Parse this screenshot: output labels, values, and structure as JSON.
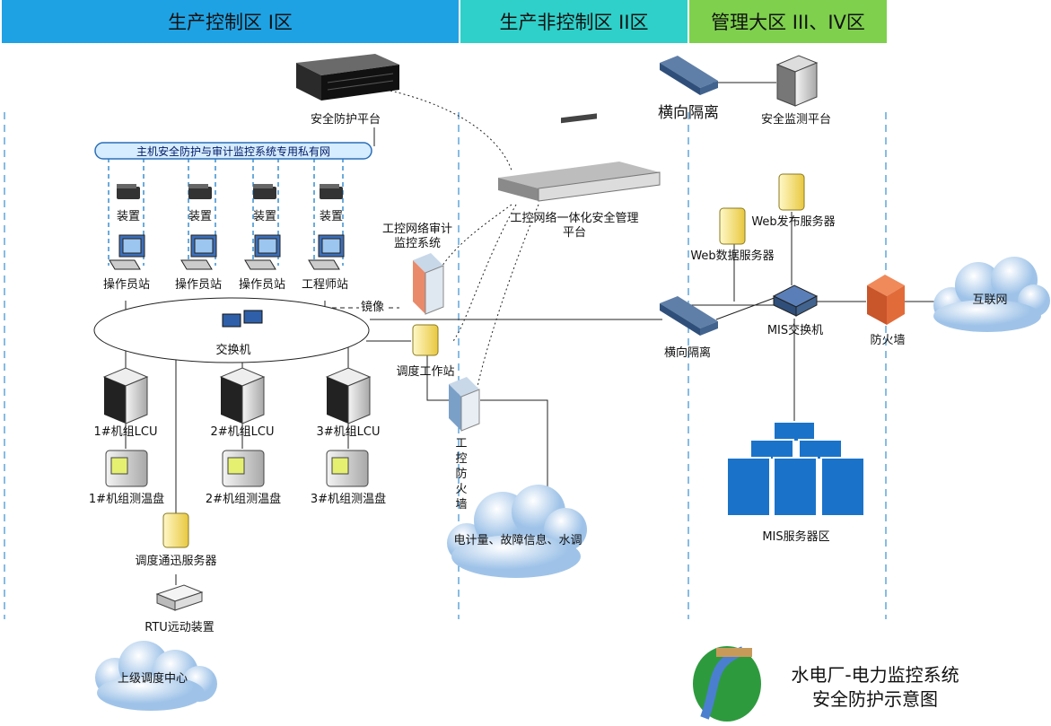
{
  "zones": {
    "zone1": "生产控制区  I区",
    "zone2": "生产非控制区 II区",
    "zone3": "管理大区 III、IV区"
  },
  "nodes": {
    "security_platform": "安全防护平台",
    "private_net": "主机安全防护与审计监控系统专用私有网",
    "device": "装置",
    "operator_station": "操作员站",
    "engineer_station": "工程师站",
    "audit_system": "工控网络审计\n监控系统",
    "mgmt_platform": "工控网络一体化安全管理\n平台",
    "mirror": "镜像",
    "switch": "交换机",
    "dispatch_ws": "调度工作站",
    "lcu1": "1#机组LCU",
    "lcu2": "2#机组LCU",
    "lcu3": "3#机组LCU",
    "temp1": "1#机组测温盘",
    "temp2": "2#机组测温盘",
    "temp3": "3#机组测温盘",
    "dispatch_server": "调度通迅服务器",
    "rtu": "RTU远动装置",
    "upper_center": "上级调度中心",
    "ics_firewall": "工控防火墙",
    "energy": "电计量、故障信息、水调",
    "iso_top": "横向隔离",
    "iso_mid": "横向隔离",
    "monitor_platform": "安全监测平台",
    "web_pub": "Web发布服务器",
    "web_data": "Web数据服务器",
    "mis_switch": "MIS交换机",
    "firewall": "防火墙",
    "internet": "互联网",
    "mis_zone": "MIS服务器区"
  },
  "caption": {
    "line1": "水电厂-电力监控系统",
    "line2": "安全防护示意图"
  },
  "colors": {
    "zone1": "#1fa2e3",
    "zone2": "#2fd0c9",
    "zone3": "#7ed04d",
    "server_blue": "#1a73c9",
    "firewall": "#e26b3a",
    "cloud": "#b9d3ec"
  }
}
